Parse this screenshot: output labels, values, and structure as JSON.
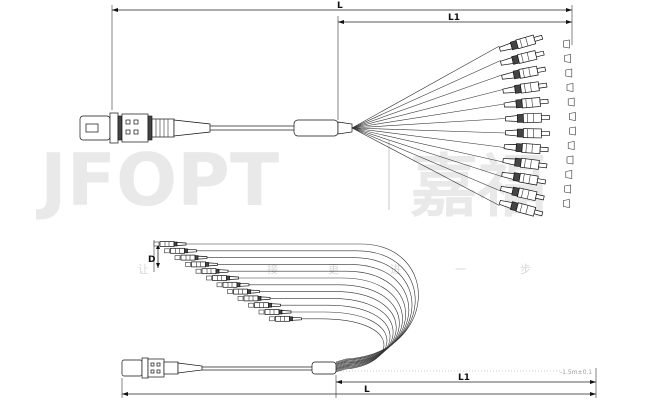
{
  "watermark": {
    "logo_text": "JFOPT",
    "brand_cn": "嘉福",
    "slogan_chars": [
      "让",
      "",
      "接",
      "更",
      "进",
      "一",
      "步"
    ]
  },
  "top_view": {
    "dim_total": "L",
    "dim_breakout": "L1",
    "fanout_count": 12
  },
  "bottom_view": {
    "dim_stagger": "D",
    "dim_total": "L",
    "dim_breakout": "L1",
    "fanout_count": 12,
    "small_tag": "-1.5m±0.1"
  }
}
